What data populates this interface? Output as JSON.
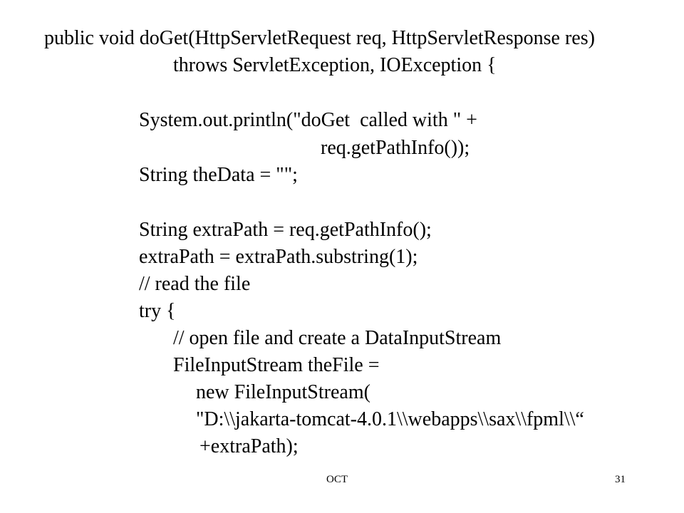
{
  "slide": {
    "code_lines": [
      "public void doGet(HttpServletRequest req, HttpServletResponse res)",
      "throws ServletException, IOException {",
      "System.out.println(\"doGet  called with \" +",
      "req.getPathInfo());",
      "String theData = \"\";",
      "String extraPath = req.getPathInfo();",
      "extraPath = extraPath.substring(1);",
      "// read the file",
      "try {",
      "// open file and create a DataInputStream",
      "FileInputStream theFile =",
      "new FileInputStream(",
      "\"D:\\\\jakarta-tomcat-4.0.1\\\\webapps\\\\sax\\\\fpml\\\\“",
      "+extraPath);"
    ],
    "footer_left": "OCT",
    "footer_page": "31"
  }
}
